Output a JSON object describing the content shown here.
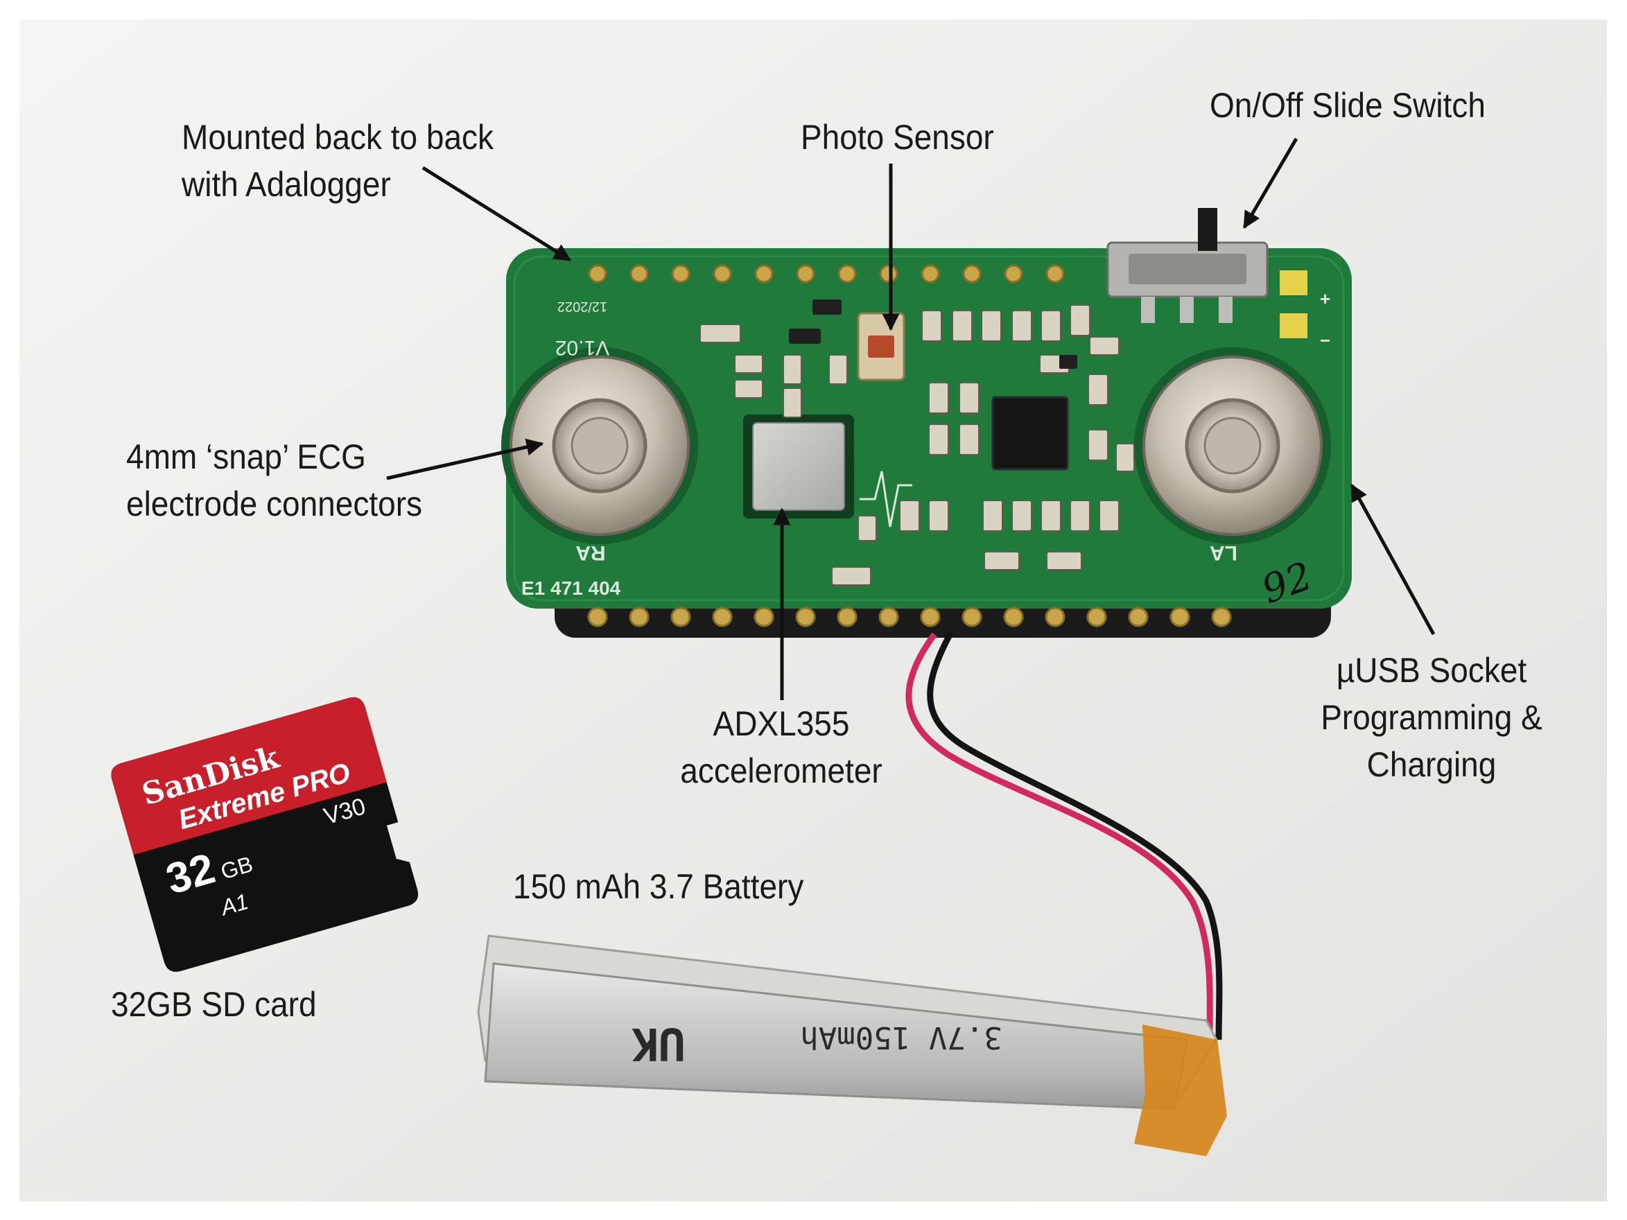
{
  "labels": {
    "mounted": [
      "Mounted back to back",
      "with Adalogger"
    ],
    "photo_sensor": "Photo Sensor",
    "slide_switch": "On/Off Slide Switch",
    "ecg": [
      "4mm ‘snap’ ECG",
      "electrode connectors"
    ],
    "accelerometer": [
      "ADXL355",
      "accelerometer"
    ],
    "usb": [
      "µUSB Socket",
      "Programming &",
      "Charging"
    ],
    "battery": "150 mAh 3.7 Battery",
    "sd_card": "32GB SD card"
  },
  "pcb": {
    "version": "V1.02",
    "date": "12/2022",
    "serial": "E1 471 404",
    "handwritten": "92",
    "pad_left": "RA",
    "pad_right": "LA",
    "plus": "+",
    "minus": "−"
  },
  "sd": {
    "brand": "SanDisk",
    "line": "Extreme PRO",
    "capacity_num": "32",
    "capacity_unit": "GB",
    "class": "V30",
    "rating": "A1"
  },
  "battery_print": "3.7V 150mAh",
  "battery_brand": "UK",
  "colors": {
    "background": "#ececea",
    "pcb_green": "#1f7a3c",
    "pcb_dark_green": "#155c2c",
    "gold": "#c9a64a",
    "sd_red": "#c8202a",
    "battery_silver": "#c7c8c5",
    "kapton": "#d6861c"
  }
}
